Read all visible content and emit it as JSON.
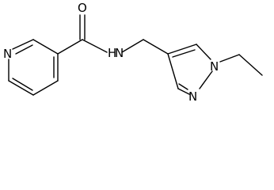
{
  "molecule": {
    "atoms": {
      "oxygen": "O",
      "pyridine_nitrogen": "N",
      "amide_nitrogen": "N",
      "amide_hydrogen": "H",
      "pyrazole_n1": "N",
      "pyrazole_n2": "N"
    }
  }
}
